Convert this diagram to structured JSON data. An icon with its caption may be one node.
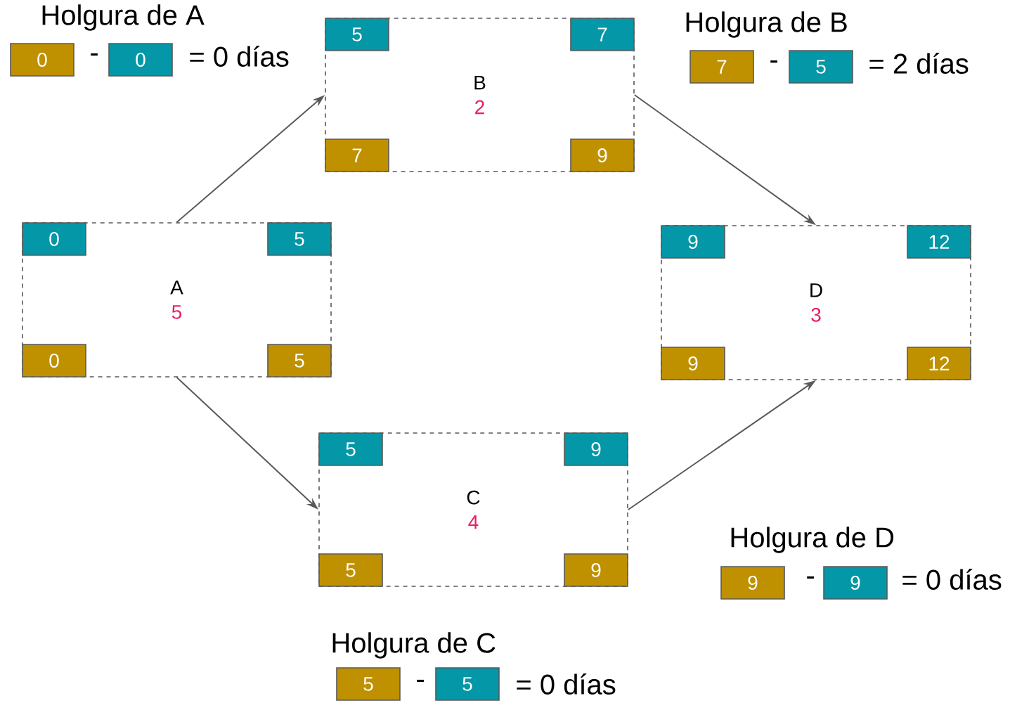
{
  "diagram": {
    "nodes": [
      {
        "text": [
          "A",
          "5"
        ]
      },
      {
        "text": [
          "0"
        ],
        "in": 0
      },
      {
        "text": [
          "5"
        ],
        "in": 0
      },
      {
        "text": [
          "0"
        ],
        "in": 0
      },
      {
        "text": [
          "5"
        ],
        "in": 0
      },
      {
        "text": [
          "B",
          "2"
        ]
      },
      {
        "text": [
          "5"
        ],
        "in": 5
      },
      {
        "text": [
          "7"
        ],
        "in": 5
      },
      {
        "text": [
          "7"
        ],
        "in": 5
      },
      {
        "text": [
          "9"
        ],
        "in": 5
      },
      {
        "text": [
          "C",
          "4"
        ]
      },
      {
        "text": [
          "5"
        ],
        "in": 10
      },
      {
        "text": [
          "9"
        ],
        "in": 10
      },
      {
        "text": [
          "5"
        ],
        "in": 10
      },
      {
        "text": [
          "9"
        ],
        "in": 10
      },
      {
        "text": [
          "D",
          "3"
        ]
      },
      {
        "text": [
          "9"
        ],
        "in": 15
      },
      {
        "text": [
          "12"
        ],
        "in": 15
      },
      {
        "text": [
          "9"
        ],
        "in": 15
      },
      {
        "text": [
          "12"
        ],
        "in": 15
      },
      {
        "text": [
          "0"
        ]
      },
      {
        "text": [
          "0"
        ]
      },
      {
        "text": [
          "7"
        ]
      },
      {
        "text": [
          "5"
        ]
      },
      {
        "text": [
          "5"
        ]
      },
      {
        "text": [
          "5"
        ]
      },
      {
        "text": [
          "9"
        ]
      },
      {
        "text": [
          "9"
        ]
      }
    ],
    "edges": [
      {
        "from": 0,
        "to": 5,
        "arrow": "to"
      },
      {
        "from": 5,
        "to": 15,
        "arrow": "to"
      },
      {
        "from": 0,
        "to": 10,
        "arrow": "to"
      },
      {
        "from": 10,
        "to": 15,
        "arrow": "to"
      }
    ],
    "labels": [
      "Holgura de A",
      "-",
      "= 0 días",
      "Holgura de B",
      "-",
      "= 2 días",
      "Holgura de C",
      "-",
      "= 0 días",
      "Holgura de D",
      "-",
      "= 0 días"
    ]
  }
}
